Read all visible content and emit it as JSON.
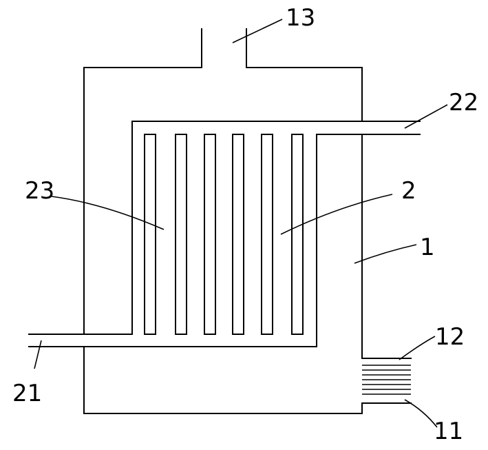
{
  "labels": {
    "vessel": "1",
    "heat_exchanger": "2",
    "inlet_pipe": "21",
    "outlet_pipe": "22",
    "fins": "23",
    "bottom_port": "11",
    "mesh": "12",
    "top_port": "13"
  }
}
